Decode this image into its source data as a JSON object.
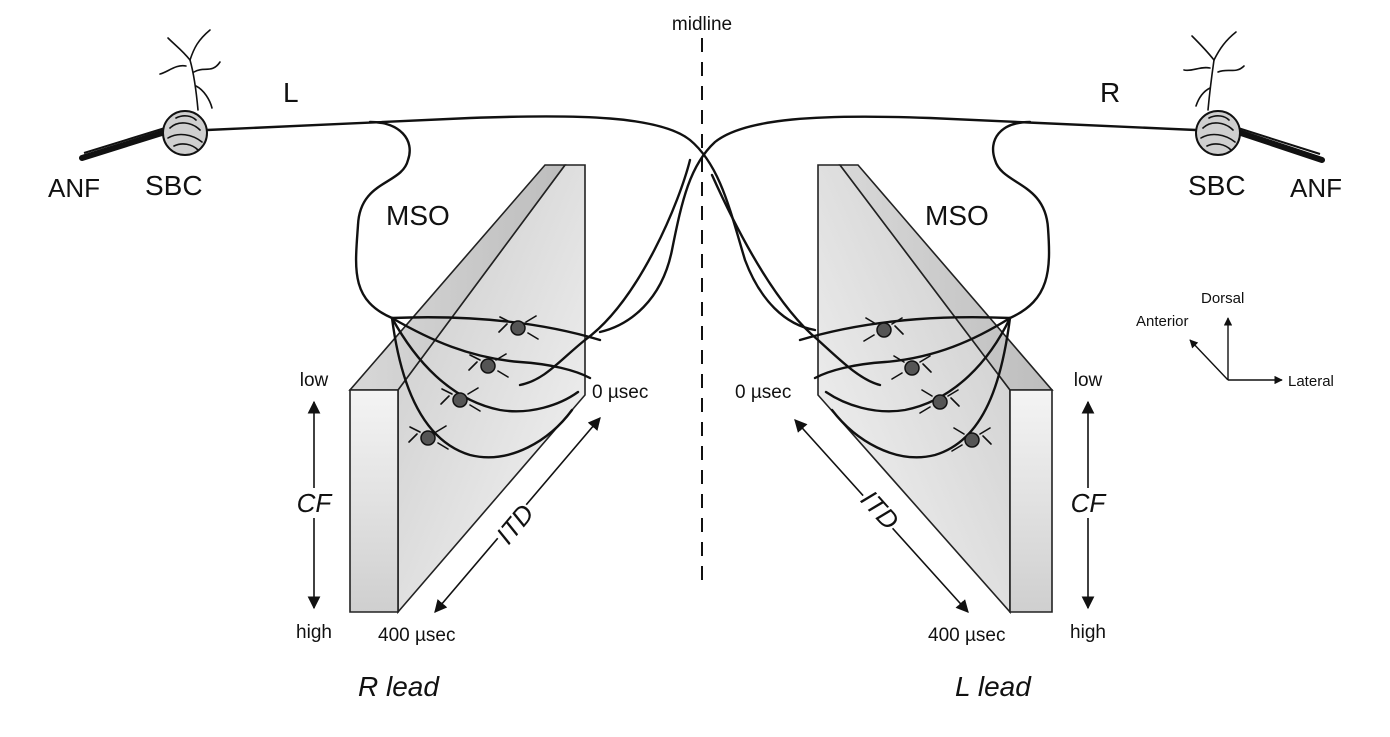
{
  "figure": {
    "midline": "midline",
    "left": {
      "side_label": "L",
      "fiber_label": "ANF",
      "cell_label": "SBC",
      "nucleus_label": "MSO",
      "cf_axis": {
        "title": "CF",
        "top": "low",
        "bottom": "high"
      },
      "itd_axis": {
        "title": "ITD",
        "near": "0 µsec",
        "far": "400 µsec"
      },
      "map_caption": "R lead"
    },
    "right": {
      "side_label": "R",
      "fiber_label": "ANF",
      "cell_label": "SBC",
      "nucleus_label": "MSO",
      "cf_axis": {
        "title": "CF",
        "top": "low",
        "bottom": "high"
      },
      "itd_axis": {
        "title": "ITD",
        "near": "0 µsec",
        "far": "400 µsec"
      },
      "map_caption": "L lead"
    },
    "orientation": {
      "dorsal": "Dorsal",
      "anterior": "Anterior",
      "lateral": "Lateral"
    },
    "colors": {
      "line": "#111111",
      "panel_light": "#f3f3f3",
      "panel_dark": "#c4c4c4",
      "cell_fill": "#555555"
    }
  }
}
